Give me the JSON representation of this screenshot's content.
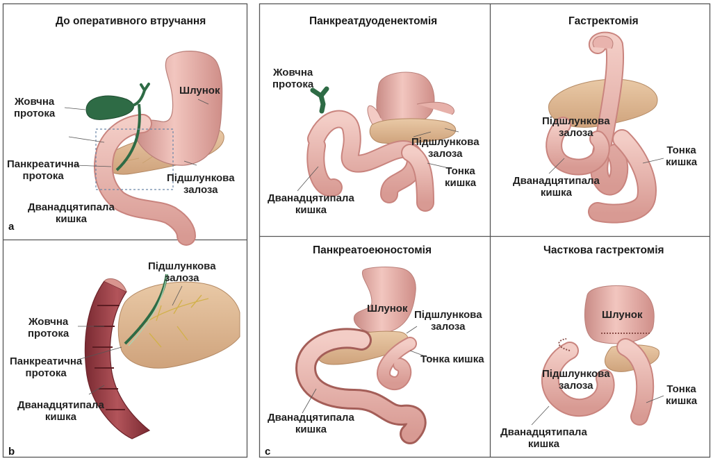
{
  "panel_a": {
    "letter": "a",
    "title": "До оперативного втручання",
    "labels": {
      "gallbladder_duct": [
        "Жовчна",
        "протока"
      ],
      "stomach": "Шлунок",
      "pancreatic_duct": [
        "Панкреатична",
        "протока"
      ],
      "pancreas": [
        "Підшлункова",
        "залоза"
      ],
      "duodenum": [
        "Дванадцятипала",
        "кишка"
      ]
    }
  },
  "panel_b": {
    "letter": "b",
    "labels": {
      "pancreas": [
        "Підшлункова",
        "залоза"
      ],
      "bile_duct": [
        "Жовчна",
        "протока"
      ],
      "pancreatic_duct": [
        "Панкреатична",
        "протока"
      ],
      "duodenum": [
        "Дванадцятипала",
        "кишка"
      ]
    }
  },
  "panel_c": {
    "letter": "c",
    "whipple": {
      "title": "Панкреатдуоденектомія",
      "bile_duct": [
        "Жовчна",
        "протока"
      ],
      "pancreas": [
        "Підшлункова",
        "залоза"
      ],
      "small_intestine": [
        "Тонка",
        "кишка"
      ],
      "duodenum": [
        "Дванадцятипала",
        "кишка"
      ]
    },
    "gastrectomy": {
      "title": "Гастректомія",
      "pancreas": [
        "Підшлункова",
        "залоза"
      ],
      "small_intestine": [
        "Тонка",
        "кишка"
      ],
      "duodenum": [
        "Дванадцятипала",
        "кишка"
      ]
    },
    "pancreatojejunostomy": {
      "title": "Панкреатоеюностомія",
      "stomach": "Шлунок",
      "pancreas": [
        "Підшлункова",
        "залоза"
      ],
      "small_intestine": "Тонка кишка",
      "duodenum": [
        "Дванадцятипала",
        "кишка"
      ]
    },
    "partial_gastrectomy": {
      "title": "Часткова гастректомія",
      "stomach": "Шлунок",
      "pancreas": [
        "Підшлункова",
        "залоза"
      ],
      "small_intestine": [
        "Тонка",
        "кишка"
      ],
      "duodenum": [
        "Дванадцятипала",
        "кишка"
      ]
    }
  }
}
